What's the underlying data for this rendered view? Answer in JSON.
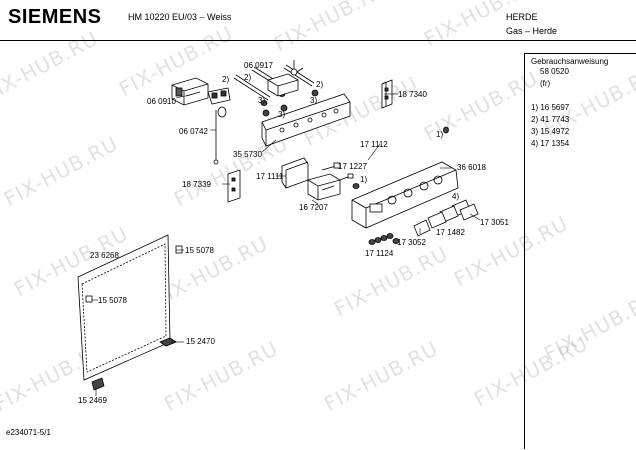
{
  "header": {
    "brand": "SIEMENS",
    "model": "HM 10220 EU/03 – Weiss",
    "category": "HERDE",
    "subcategory": "Gas – Herde"
  },
  "sidebar": {
    "title": "Gebrauchsanweisung",
    "number": "58 0520",
    "lang": "(fr)",
    "items": [
      "1) 16 5697",
      "2) 41 7743",
      "3) 15 4972",
      "4) 17 1354"
    ]
  },
  "footer": {
    "code": "e234071-5/1"
  },
  "watermark": "FIX-HUB.RU",
  "parts": [
    "06 0917",
    "06 0910",
    "06 0742",
    "18 7340",
    "35 5730",
    "17 1111",
    "18 7339",
    "17 1112",
    "17 1227",
    "36 6018",
    "16 7207",
    "17 3051",
    "17 1482",
    "17 3052",
    "17 1124",
    "23 6268",
    "15 5078",
    "15 5078",
    "15 2470",
    "15 2469"
  ],
  "callouts": [
    "2)",
    "2)",
    "3)",
    "3)",
    "3)",
    "2)",
    "1)",
    "1)",
    "4)"
  ]
}
